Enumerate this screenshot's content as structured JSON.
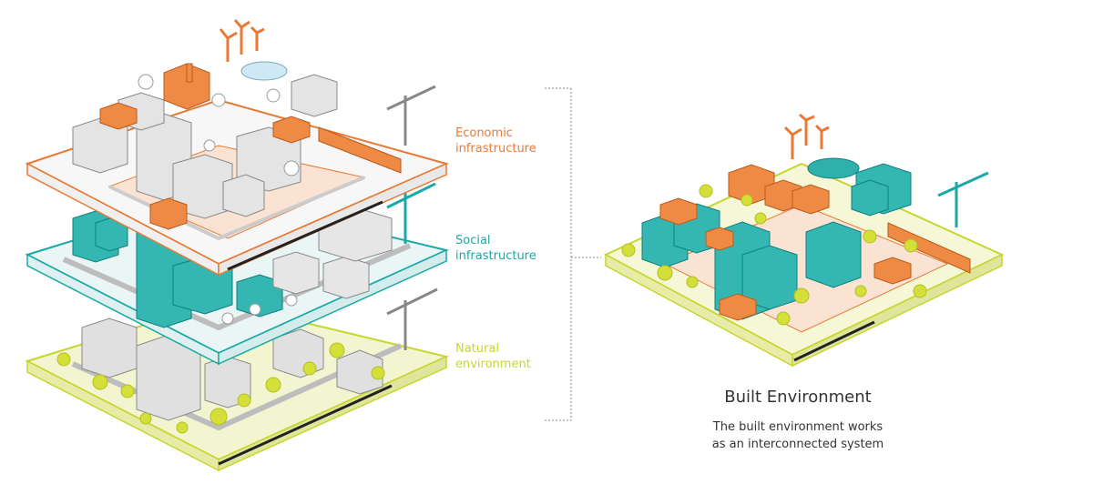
{
  "layers": {
    "economic": {
      "line1": "Economic",
      "line2": "infrastructure",
      "color": "#e87a35"
    },
    "social": {
      "line1": "Social",
      "line2": "infrastructure",
      "color": "#1aa9a6"
    },
    "natural": {
      "line1": "Natural",
      "line2": "environment",
      "color": "#c7d62e"
    }
  },
  "summary": {
    "title": "Built Environment",
    "caption_line1": "The built environment works",
    "caption_line2": "as an interconnected system"
  },
  "colors": {
    "orange": "#e87a35",
    "teal": "#1aa9a6",
    "lime": "#c7d62e",
    "grey": "#8a8a8a",
    "light_grey": "#d9d9d9"
  }
}
